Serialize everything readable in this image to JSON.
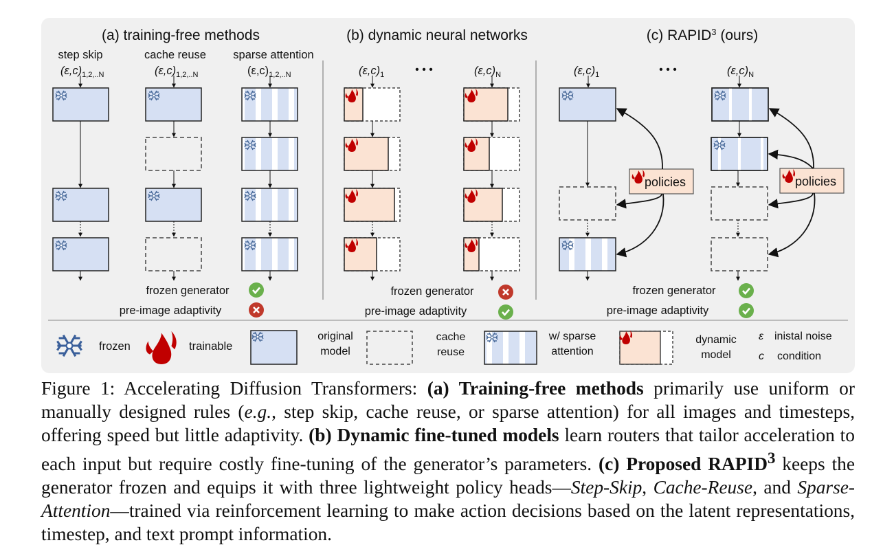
{
  "figure": {
    "panel_a": {
      "title": "(a) training-free methods",
      "columns": [
        {
          "label": "step skip",
          "input": "(ε,c)",
          "input_sub": "1,2,..N"
        },
        {
          "label": "cache reuse",
          "input": "(ε,c)",
          "input_sub": "1,2,..N"
        },
        {
          "label": "sparse attention",
          "input": "(ε,c)",
          "input_sub": "1,2,..N"
        }
      ],
      "frozen_generator_label": "frozen generator",
      "frozen_generator_status": "check",
      "adaptivity_label": "pre-image adaptivity",
      "adaptivity_status": "cross"
    },
    "panel_b": {
      "title": "(b) dynamic neural networks",
      "columns": [
        {
          "input": "(ε,c)",
          "input_sub": "1"
        },
        {
          "input": "(ε,c)",
          "input_sub": "N"
        }
      ],
      "ellipsis": "• • •",
      "frozen_generator_label": "frozen generator",
      "frozen_generator_status": "cross",
      "adaptivity_label": "pre-image adaptivity",
      "adaptivity_status": "check"
    },
    "panel_c": {
      "title": "(c) RAPID",
      "title_sup": "3",
      "title_suffix": " (ours)",
      "columns": [
        {
          "input": "(ε,c)",
          "input_sub": "1"
        },
        {
          "input": "(ε,c)",
          "input_sub": "N"
        }
      ],
      "ellipsis": "• • •",
      "policies_label": "policies",
      "frozen_generator_label": "frozen generator",
      "frozen_generator_status": "check",
      "adaptivity_label": "pre-image adaptivity",
      "adaptivity_status": "check"
    },
    "legend": {
      "frozen": "frozen",
      "trainable": "trainable",
      "original_model_1": "original",
      "original_model_2": "model",
      "cache_reuse_1": "cache",
      "cache_reuse_2": "reuse",
      "sparse_1": "w/ sparse",
      "sparse_2": "attention",
      "dynamic_1": "dynamic",
      "dynamic_2": "model",
      "eps_symbol": "ε",
      "eps_label": "inistal noise",
      "c_symbol": "c",
      "c_label": "condition"
    },
    "colors": {
      "frozen_fill": "#d6e0f3",
      "trainable_fill": "#fbe3d3",
      "panel_bg": "#f0f0f0",
      "check": "#6ab04c",
      "cross": "#c0392b",
      "flame": "#c00000",
      "snowflake": "#4a6b9a"
    }
  },
  "caption": {
    "prefix": "Figure 1: Accelerating Diffusion Transformers: ",
    "a_label": "(a) Training-free methods",
    "a_text": " primarily use uniform or manually designed rules (",
    "eg": "e.g.",
    "a_text2": ", step skip, cache reuse, or sparse attention) for all images and timesteps, offering speed but little adaptivity. ",
    "b_label": "(b) Dynamic fine-tuned models",
    "b_text": " learn routers that tailor acceleration to each input but require costly fine-tuning of the generator’s parameters. ",
    "c_label": "(c) Proposed RAPID",
    "c_sup": "3",
    "c_text": " keeps the generator frozen and equips it with three lightweight policy heads—",
    "h1": "Step-Skip",
    "sep1": ", ",
    "h2": "Cache-Reuse",
    "sep2": ", and ",
    "h3": "Sparse-Attention",
    "c_text2": "—trained via reinforcement learning to make action decisions based on the latent representations, timestep, and text prompt information."
  }
}
